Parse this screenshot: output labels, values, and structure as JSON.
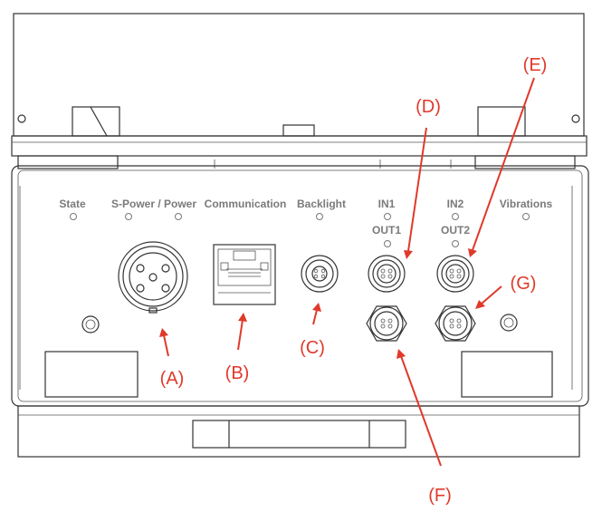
{
  "panel_labels": {
    "state": "State",
    "power": "S-Power / Power",
    "communication": "Communication",
    "backlight": "Backlight",
    "in1": "IN1",
    "out1": "OUT1",
    "in2": "IN2",
    "out2": "OUT2",
    "vibrations": "Vibrations"
  },
  "callouts": {
    "a": "(A)",
    "b": "(B)",
    "c": "(C)",
    "d": "(D)",
    "e": "(E)",
    "f": "(F)",
    "g": "(G)"
  },
  "colors": {
    "callout": "#e0392b",
    "panel_text": "#7a7a7a",
    "outline": "#333333"
  }
}
